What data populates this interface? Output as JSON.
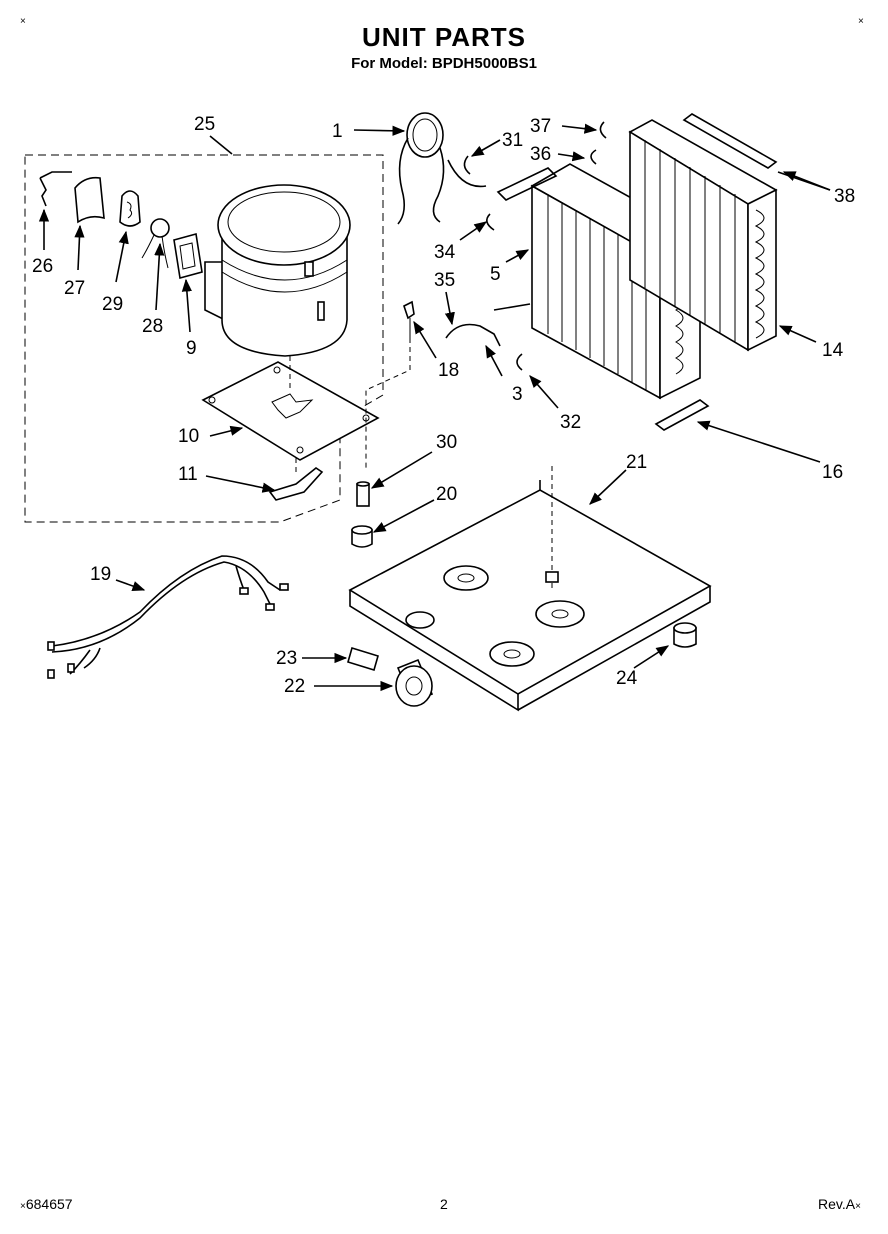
{
  "header": {
    "title": "UNIT PARTS",
    "subtitle": "For Model: BPDH5000BS1"
  },
  "footer": {
    "doc_number": "684657",
    "page_number": "2",
    "revision": "Rev.A"
  },
  "callouts": [
    {
      "id": "1"
    },
    {
      "id": "3"
    },
    {
      "id": "5"
    },
    {
      "id": "9"
    },
    {
      "id": "10"
    },
    {
      "id": "11"
    },
    {
      "id": "14"
    },
    {
      "id": "16"
    },
    {
      "id": "18"
    },
    {
      "id": "19"
    },
    {
      "id": "20"
    },
    {
      "id": "21"
    },
    {
      "id": "22"
    },
    {
      "id": "23"
    },
    {
      "id": "24"
    },
    {
      "id": "25"
    },
    {
      "id": "26"
    },
    {
      "id": "27"
    },
    {
      "id": "28"
    },
    {
      "id": "29"
    },
    {
      "id": "30"
    },
    {
      "id": "31"
    },
    {
      "id": "32"
    },
    {
      "id": "34"
    },
    {
      "id": "35"
    },
    {
      "id": "36"
    },
    {
      "id": "37"
    },
    {
      "id": "38"
    }
  ]
}
